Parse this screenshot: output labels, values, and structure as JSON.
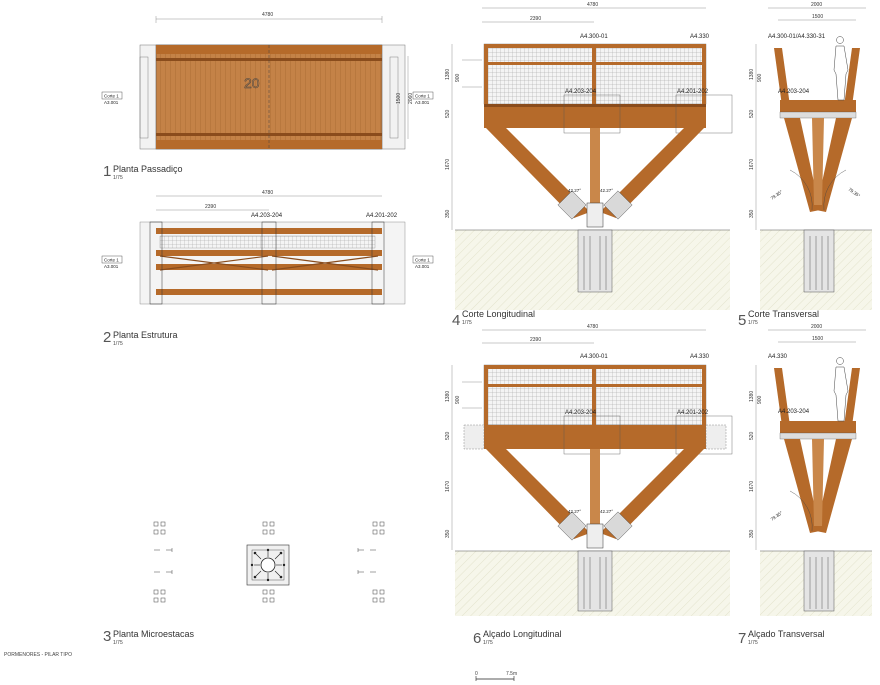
{
  "views": {
    "v1": {
      "num": "1",
      "title": "Planta Passadiço",
      "scale": "1/75"
    },
    "v2": {
      "num": "2",
      "title": "Planta Estrutura",
      "scale": "1/75"
    },
    "v3": {
      "num": "3",
      "title": "Planta Microestacas",
      "scale": "1/75"
    },
    "v4": {
      "num": "4",
      "title": "Corte Longitudinal",
      "scale": "1/75"
    },
    "v5": {
      "num": "5",
      "title": "Corte Transversal",
      "scale": "1/75"
    },
    "v6": {
      "num": "6",
      "title": "Alçado Longitudinal",
      "scale": "1/75"
    },
    "v7": {
      "num": "7",
      "title": "Alçado Transversal",
      "scale": "1/75"
    }
  },
  "dims": {
    "d4780": "4780",
    "d2390": "2390",
    "d2000": "2000",
    "d1500": "1500",
    "d1380": "1380",
    "d900": "900",
    "d520": "520",
    "d1670": "1670",
    "d350": "350",
    "d2060": "2060",
    "angle42": "42.27°",
    "angle79": "79.35°",
    "scaleZero": "0",
    "scaleEnd": "7.5m"
  },
  "refs": {
    "corte1": "Corte 1",
    "a3001": "A3.001",
    "a4300": "A4.300-01",
    "a4330": "A4.330",
    "a4300b": "A4.300-01/A4.330-31",
    "a4203": "A4.203-204",
    "a4201": "A4.201-202"
  },
  "footer": {
    "label": "PORMENORES - PILAR TIPO"
  }
}
